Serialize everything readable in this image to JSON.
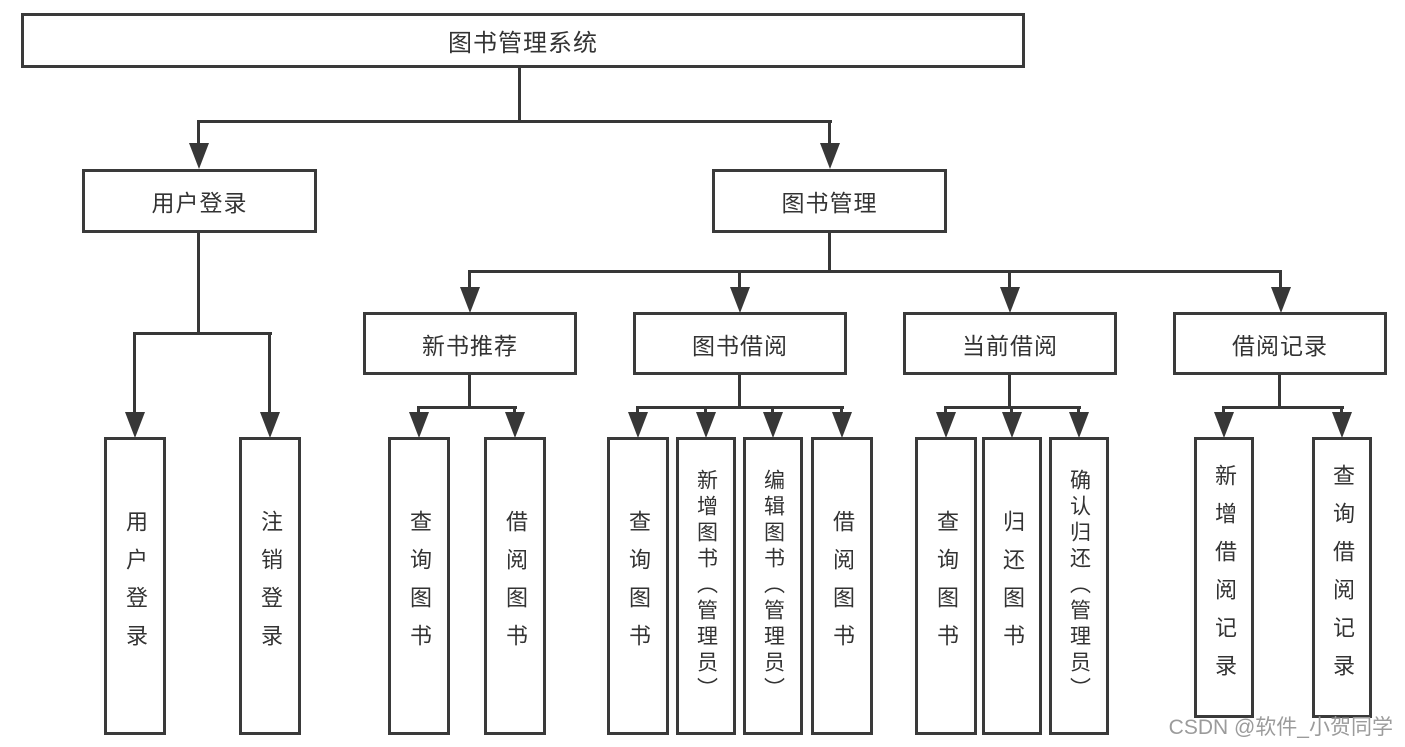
{
  "tree": {
    "root": {
      "label": "图书管理系统"
    },
    "user": {
      "label": "用户登录",
      "children": [
        {
          "label": "用户登录"
        },
        {
          "label": "注销登录"
        }
      ]
    },
    "book": {
      "label": "图书管理",
      "sections": [
        {
          "label": "新书推荐",
          "children": [
            {
              "label": "查询图书"
            },
            {
              "label": "借阅图书"
            }
          ]
        },
        {
          "label": "图书借阅",
          "children": [
            {
              "label": "查询图书"
            },
            {
              "label": "新增图书（管理员）"
            },
            {
              "label": "编辑图书（管理员）"
            },
            {
              "label": "借阅图书"
            }
          ]
        },
        {
          "label": "当前借阅",
          "children": [
            {
              "label": "查询图书"
            },
            {
              "label": "归还图书"
            },
            {
              "label": "确认归还（管理员）"
            }
          ]
        },
        {
          "label": "借阅记录",
          "children": [
            {
              "label": "新增借阅记录"
            },
            {
              "label": "查询借阅记录"
            }
          ]
        }
      ]
    }
  },
  "watermark": {
    "text": "CSDN @软件_小贺同学",
    "color": "#9b9b9b"
  },
  "colors": {
    "line": "#373737",
    "border": "#3a3a3a",
    "text": "#333333",
    "background": "#ffffff"
  }
}
